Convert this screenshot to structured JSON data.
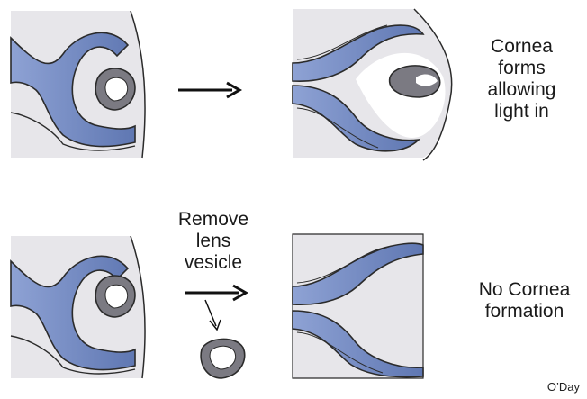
{
  "labels": {
    "top_right": [
      "Cornea",
      "forms",
      "allowing",
      "light in"
    ],
    "middle": [
      "Remove",
      "lens",
      "vesicle"
    ],
    "bottom_right": [
      "No Cornea",
      "formation"
    ]
  },
  "credit": "O’Day",
  "colors": {
    "background": "#ffffff",
    "panel": "#e7e6ea",
    "blue_tissue": "#6f86bd",
    "blue_highlight": "#9db0dd",
    "lens": "#7b7a82",
    "outline": "#2b2b2b"
  }
}
